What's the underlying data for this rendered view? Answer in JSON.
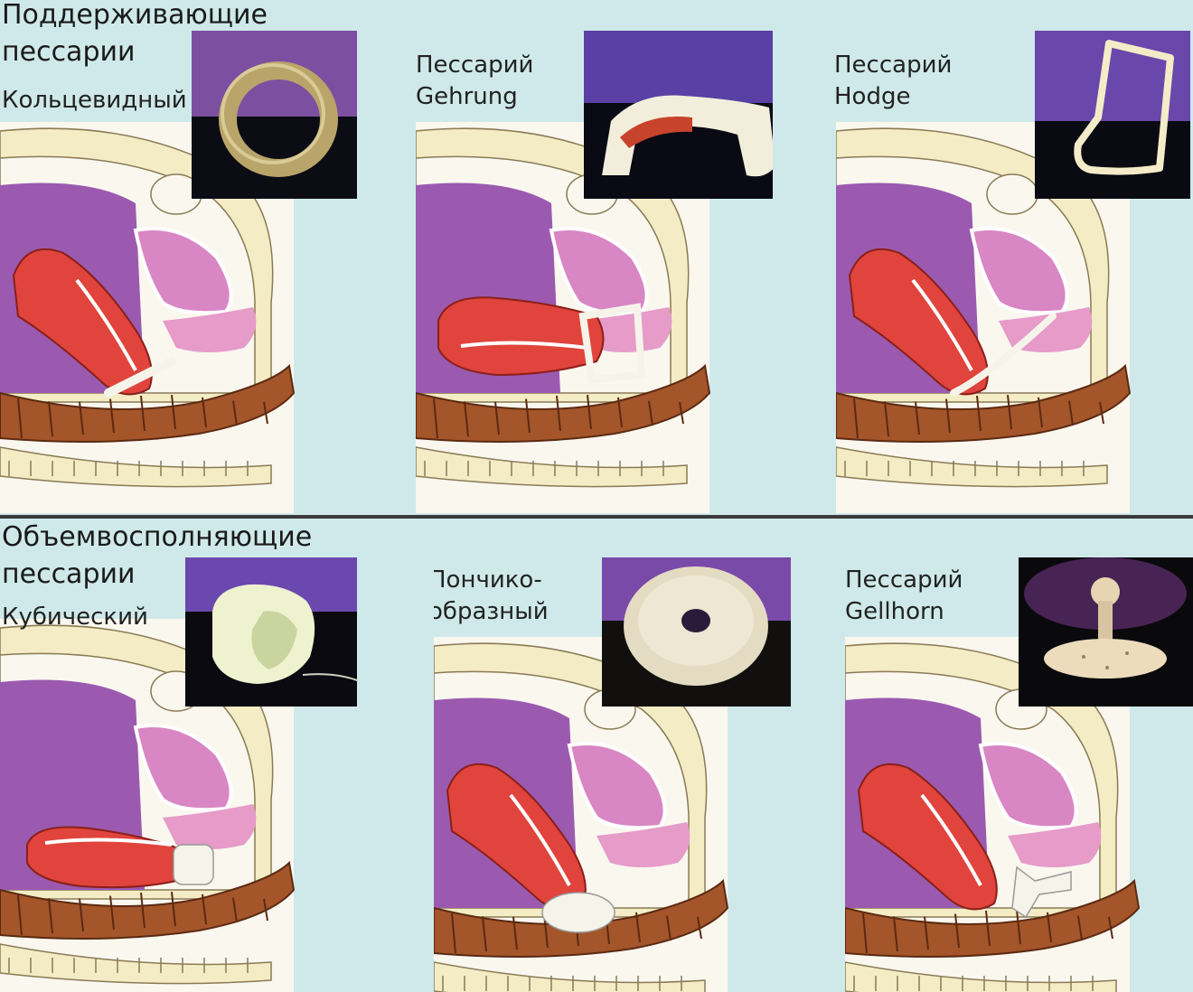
{
  "sections": {
    "supporting": "Поддерживающие\nпессарии",
    "filling": "Объемвосполняющие\nпессарии"
  },
  "panels": [
    {
      "id": "ring",
      "title": "Кольцевидный",
      "device": "ring-pessary"
    },
    {
      "id": "gehrung",
      "title": "Пессарий\nGehrung",
      "device": "gehrung-pessary"
    },
    {
      "id": "hodge",
      "title": "Пессарий\nHodge",
      "device": "hodge-pessary"
    },
    {
      "id": "cube",
      "title": "Кубический",
      "device": "cube-pessary"
    },
    {
      "id": "donut",
      "title": "Пончико-\nобразный",
      "device": "donut-pessary"
    },
    {
      "id": "gellhorn",
      "title": "Пессарий\nGellhorn",
      "device": "gellhorn-pessary"
    }
  ],
  "colors": {
    "background": "#cfe9ea",
    "uterus": "#e0443c",
    "bladder": "#d986c4",
    "abdomen": "#9b5ab0",
    "rectum": "#a4552a",
    "bone": "#f3ecc5",
    "skin": "#faf7ef",
    "pessary": "#f6f4ea"
  }
}
